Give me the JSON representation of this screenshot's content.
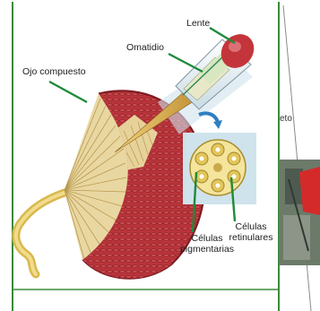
{
  "labels": {
    "lente": "Lente",
    "omatidio": "Omatidio",
    "ojo_compuesto": "Ojo compuesto",
    "celulas_retinulares": [
      "Células",
      "retinulares"
    ],
    "celulas_pigmentarias": [
      "Células",
      "pigmentarias"
    ],
    "fragment": "eto"
  },
  "colors": {
    "frame": "#3a8a3a",
    "leader": "#1f8a3a",
    "eye_red": "#b8343a",
    "eye_dark": "#7e1c22",
    "fan": "#e9d7a2",
    "fan_line": "#b99a4f",
    "nerve": "#e3c76b",
    "rod": "#d9a93a",
    "section_bg": "#cfe3ec",
    "arrow": "#2f7fc0"
  }
}
